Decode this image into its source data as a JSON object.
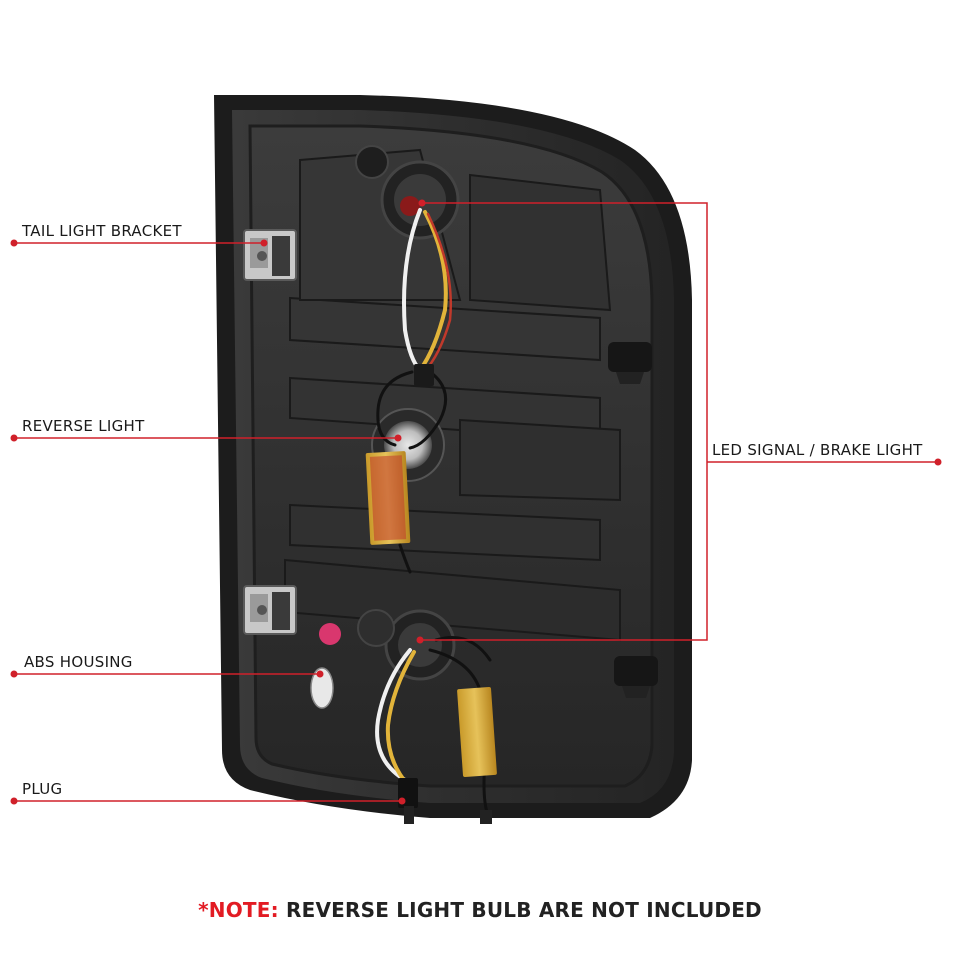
{
  "callouts": {
    "tail_light_bracket": "TAIL LIGHT BRACKET",
    "reverse_light": "REVERSE LIGHT",
    "abs_housing": "ABS HOUSING",
    "plug": "PLUG",
    "led_signal_brake_light": "LED SIGNAL / BRAKE LIGHT"
  },
  "note": {
    "prefix": "*NOTE:",
    "text": "REVERSE LIGHT BULB ARE NOT INCLUDED"
  },
  "colors": {
    "accent_red": "#e21b23",
    "leader_line": "#d0202a",
    "housing_dark": "#2b2b2b",
    "background": "#ffffff"
  }
}
